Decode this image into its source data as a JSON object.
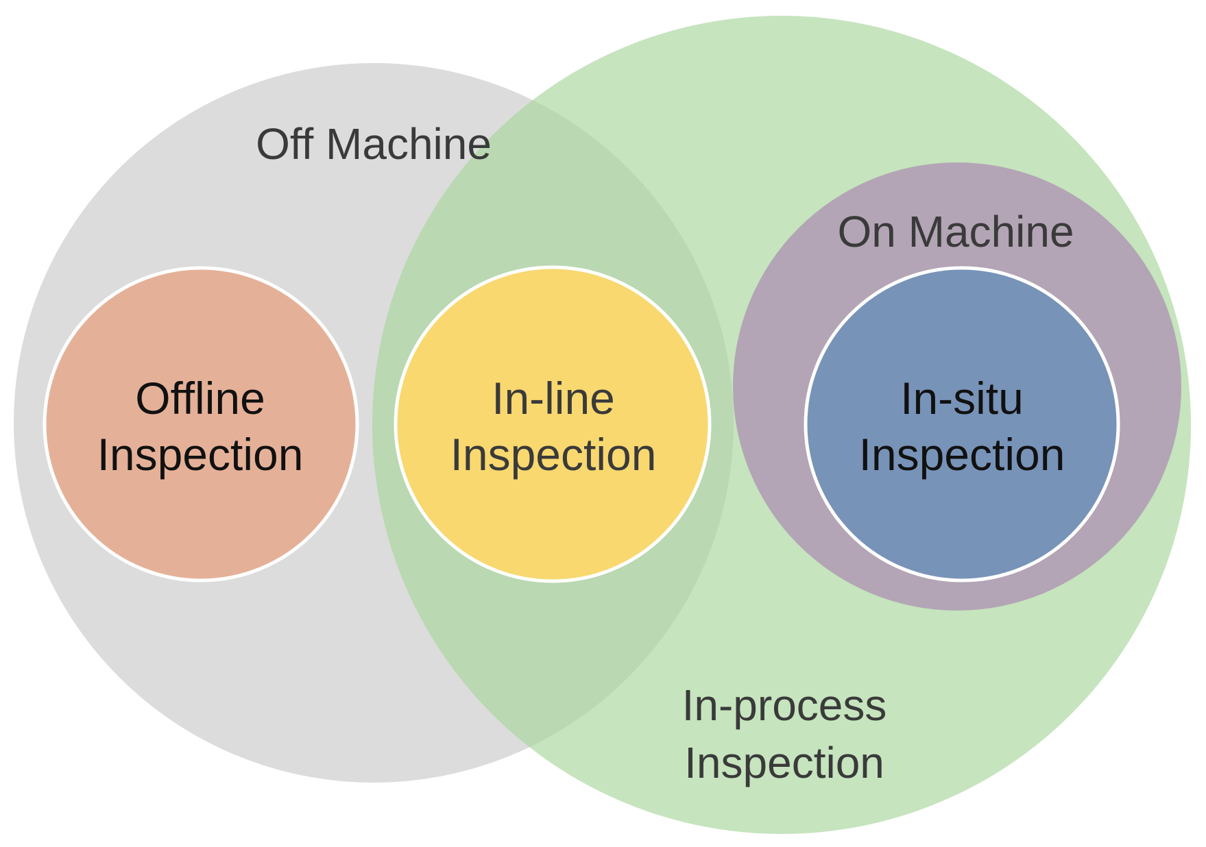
{
  "regions": {
    "off_machine": {
      "label": "Off Machine",
      "color": "#dcdcdc"
    },
    "in_process": {
      "label_line1": "In-process",
      "label_line2": "Inspection",
      "color": "#a8d69b"
    },
    "on_machine": {
      "label": "On Machine",
      "color": "#b3a5b5"
    }
  },
  "nodes": {
    "offline": {
      "line1": "Offline",
      "line2": "Inspection",
      "color": "#e4b198"
    },
    "inline": {
      "line1": "In-line",
      "line2": "Inspection",
      "color": "#f8d86f"
    },
    "insitu": {
      "line1": "In-situ",
      "line2": "Inspection",
      "color": "#7893b8"
    }
  }
}
